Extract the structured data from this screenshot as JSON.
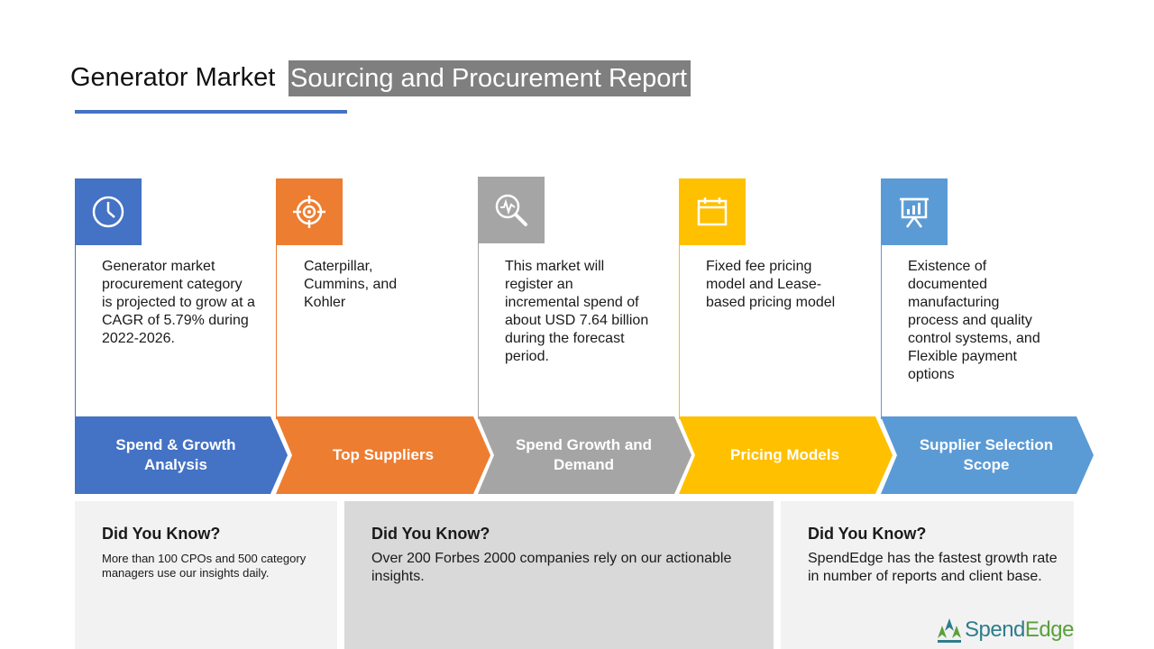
{
  "header": {
    "title": "Generator Market",
    "highlight": "Sourcing and Procurement Report"
  },
  "cards": [
    {
      "icon": "clock-icon",
      "color": "#4472c4",
      "text": "Generator market procurement category is projected to grow at a CAGR of 5.79% during 2022-2026.",
      "label": "Spend & Growth Analysis"
    },
    {
      "icon": "target-icon",
      "color": "#ed7d31",
      "text": "Caterpillar, Cummins, and Kohler",
      "label": "Top Suppliers"
    },
    {
      "icon": "magnifier-chart-icon",
      "color": "#a5a5a5",
      "text": "This market will register an incremental spend of about USD 7.64 billion during the forecast period.",
      "label": "Spend Growth and Demand"
    },
    {
      "icon": "calendar-icon",
      "color": "#ffc000",
      "text": "Fixed fee pricing model and Lease-based pricing model",
      "label": "Pricing Models"
    },
    {
      "icon": "presentation-chart-icon",
      "color": "#5b9bd5",
      "text": "Existence of documented manufacturing process and quality control systems, and Flexible payment options",
      "label": "Supplier Selection Scope"
    }
  ],
  "did_you_know": [
    {
      "title": "Did You Know?",
      "text": "More than 100 CPOs and 500 category managers use our insights daily.",
      "background": "#f2f2f2"
    },
    {
      "title": "Did You Know?",
      "text": "Over 200 Forbes 2000 companies rely on our actionable insights.",
      "background": "#d9d9d9"
    },
    {
      "title": "Did You Know?",
      "text": "SpendEdge has the fastest growth rate in number of reports and client base.",
      "background": "#f2f2f2"
    }
  ],
  "logo": {
    "spend": "Spend",
    "edge": "Edge",
    "colors": {
      "spend": "#2e7d8c",
      "edge": "#5aa03c"
    }
  }
}
